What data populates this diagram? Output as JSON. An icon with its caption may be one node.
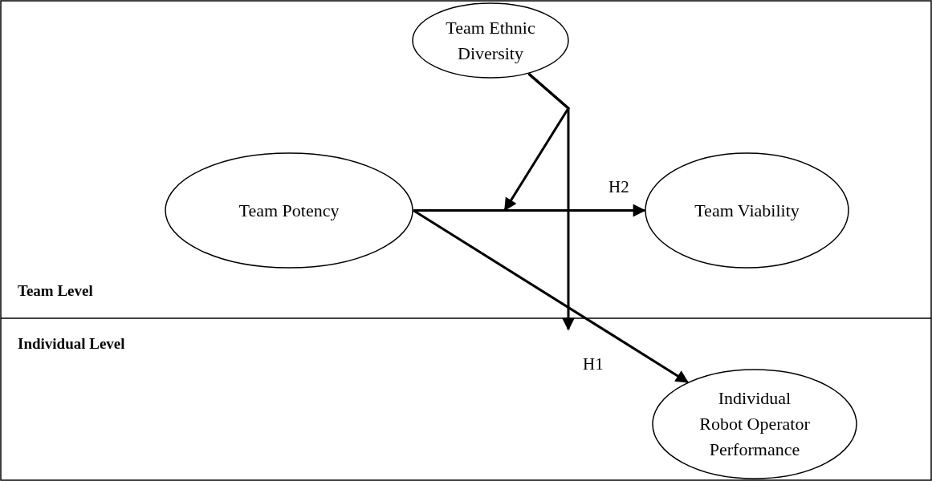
{
  "diagram": {
    "nodes": [
      {
        "text": [
          "Team Ethnic Diversity"
        ]
      },
      {
        "text": [
          "Team Potency"
        ]
      },
      {
        "text": [
          "Team Viability"
        ]
      },
      {
        "text": [
          "Individual Robot Operator Performance"
        ]
      }
    ],
    "edges": [
      {
        "from": 1,
        "to": 2,
        "arrow": "to",
        "label": "H2"
      },
      {
        "from": 1,
        "to": 3,
        "arrow": "to",
        "label": "H1"
      },
      {
        "from": 0,
        "to": null,
        "arrow": "to"
      },
      {
        "from": 0,
        "to": null,
        "arrow": "to"
      }
    ],
    "labels": [
      "Team Level",
      "Individual Level"
    ]
  }
}
